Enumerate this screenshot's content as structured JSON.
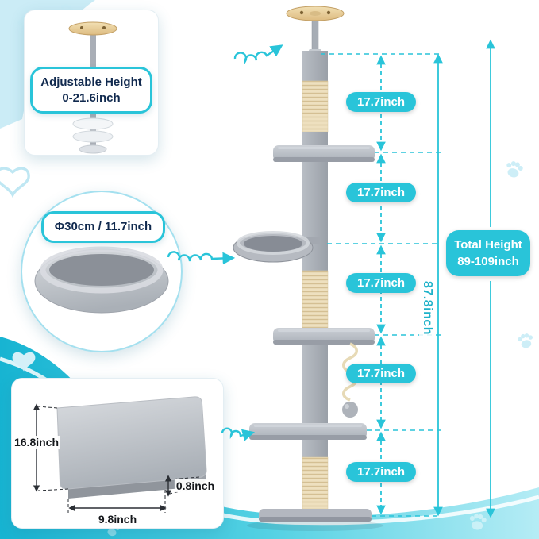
{
  "callouts": {
    "adjustable": {
      "line1": "Adjustable Height",
      "line2": "0-21.6inch"
    },
    "hammock": {
      "label": "Φ30cm / 11.7inch"
    },
    "mat": {
      "height": "16.8inch",
      "width": "9.8inch",
      "thickness": "0.8inch"
    }
  },
  "dimensions": {
    "segments": [
      "17.7inch",
      "17.7inch",
      "17.7inch",
      "17.7inch",
      "17.7inch"
    ],
    "pole_height": "87.8inch",
    "total_line1": "Total Height",
    "total_line2": "89-109inch"
  },
  "colors": {
    "accent": "#29C4D9",
    "badge_text": "#10294E",
    "plush_gray": "#BCC0C7",
    "sisal_beige": "#ECDFC0",
    "wood": "#E8CF9E"
  }
}
